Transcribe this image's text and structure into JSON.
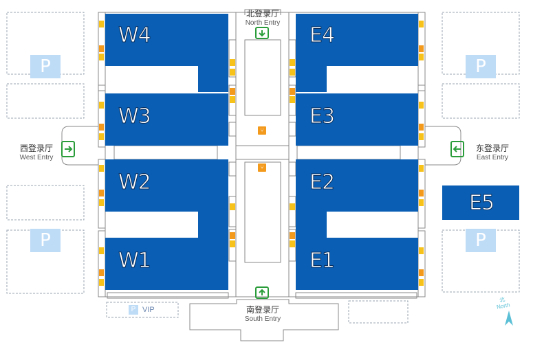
{
  "halls": [
    {
      "id": "w4",
      "label": "W4"
    },
    {
      "id": "w3",
      "label": "W3"
    },
    {
      "id": "w2",
      "label": "W2"
    },
    {
      "id": "w1",
      "label": "W1"
    },
    {
      "id": "e4",
      "label": "E4"
    },
    {
      "id": "e3",
      "label": "E3"
    },
    {
      "id": "e2",
      "label": "E2"
    },
    {
      "id": "e1",
      "label": "E1"
    },
    {
      "id": "e5",
      "label": "E5"
    }
  ],
  "entries": {
    "north": {
      "cn": "北登录厅",
      "en": "North Entry"
    },
    "south": {
      "cn": "南登录厅",
      "en": "South Entry"
    },
    "west": {
      "cn": "西登录厅",
      "en": "West Entry"
    },
    "east": {
      "cn": "东登录厅",
      "en": "East Entry"
    }
  },
  "parking": {
    "symbol": "P"
  },
  "vip": {
    "symbol": "P",
    "label": "VIP"
  },
  "compass": {
    "cn": "北",
    "en": "North"
  },
  "colors": {
    "hall": "#0a5fb4",
    "parking": "#bfdcf7",
    "entry": "#2a9d3a",
    "food": "#f39a1d",
    "compass": "#5bc0d6"
  }
}
